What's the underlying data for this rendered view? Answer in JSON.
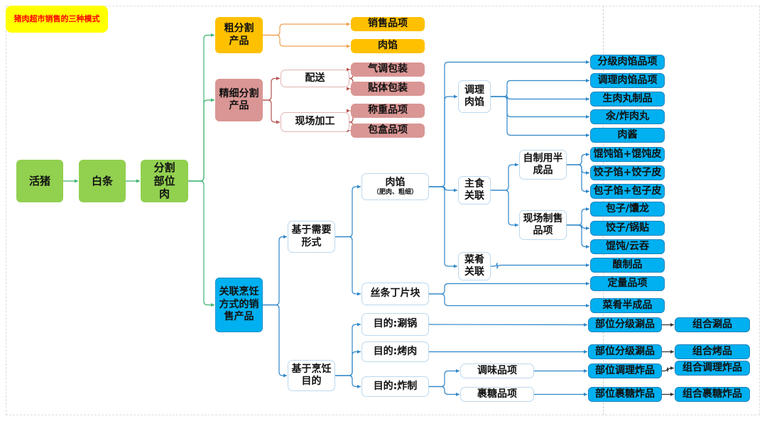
{
  "title": "猪肉超市销售的三种模式",
  "colors": {
    "title_bg": "#ffff00",
    "title_text": "#ff0000",
    "process": "#92d050",
    "coarse": "#ffc000",
    "fine": "#d99694",
    "cooking": "#00b0f0",
    "link_green": "#3cb371",
    "link_orange": "#f0a050",
    "link_rose": "#b5524f",
    "link_blue": "#2e86c8"
  },
  "process_chain": [
    "活猪",
    "白条",
    "分割部位肉"
  ],
  "coarse": {
    "label": "粗分割产品",
    "children": [
      "销售品项",
      "肉馅"
    ]
  },
  "fine": {
    "label": "精细分割产品",
    "delivery": {
      "label": "配送",
      "children": [
        "气调包装",
        "贴体包装"
      ]
    },
    "onsite": {
      "label": "现场加工",
      "children": [
        "称重品项",
        "包盒品项"
      ]
    }
  },
  "cooking": {
    "label": "关联烹饪方式的销售产品",
    "by_form": {
      "label": "基于需要形式",
      "mince": {
        "label": "肉馅",
        "note": "（肥肉、粗细）",
        "graded": "分级肉馅品项",
        "seasoned": {
          "label": "调理肉馅",
          "children": [
            "调理肉馅品项",
            "生肉丸制品",
            "氽/炸肉丸",
            "肉酱"
          ]
        },
        "staple": {
          "label": "主食关联",
          "semi": {
            "label": "自制用半成品",
            "children": [
              "馄饨馅+馄饨皮",
              "饺子馅+饺子皮",
              "包子馅+包子皮"
            ]
          },
          "onsite": {
            "label": "现场制售品项",
            "children": [
              "包子/馕龙",
              "饺子/锅贴",
              "馄饨/云吞"
            ]
          }
        },
        "dish": {
          "label": "菜肴关联",
          "children": [
            "酿制品"
          ]
        }
      },
      "strips": {
        "label": "丝条丁片块",
        "children": [
          "定量品项",
          "菜肴半成品"
        ]
      }
    },
    "by_purpose": {
      "label": "基于烹饪目的",
      "hotpot": {
        "label": "目的:涮锅",
        "item": "部位分级涮品",
        "combo": "组合涮品"
      },
      "bbq": {
        "label": "目的:烤肉",
        "item": "部位分级涮品",
        "combo": "组合烤品"
      },
      "fry": {
        "label": "目的:炸制",
        "seasoned": {
          "label": "调味品项",
          "item": "部位调理炸品",
          "combo": "组合调理炸品"
        },
        "coated": {
          "label": "裹糖品项",
          "item": "部位裹糖炸品",
          "combo": "组合裹糖炸品"
        }
      }
    }
  }
}
